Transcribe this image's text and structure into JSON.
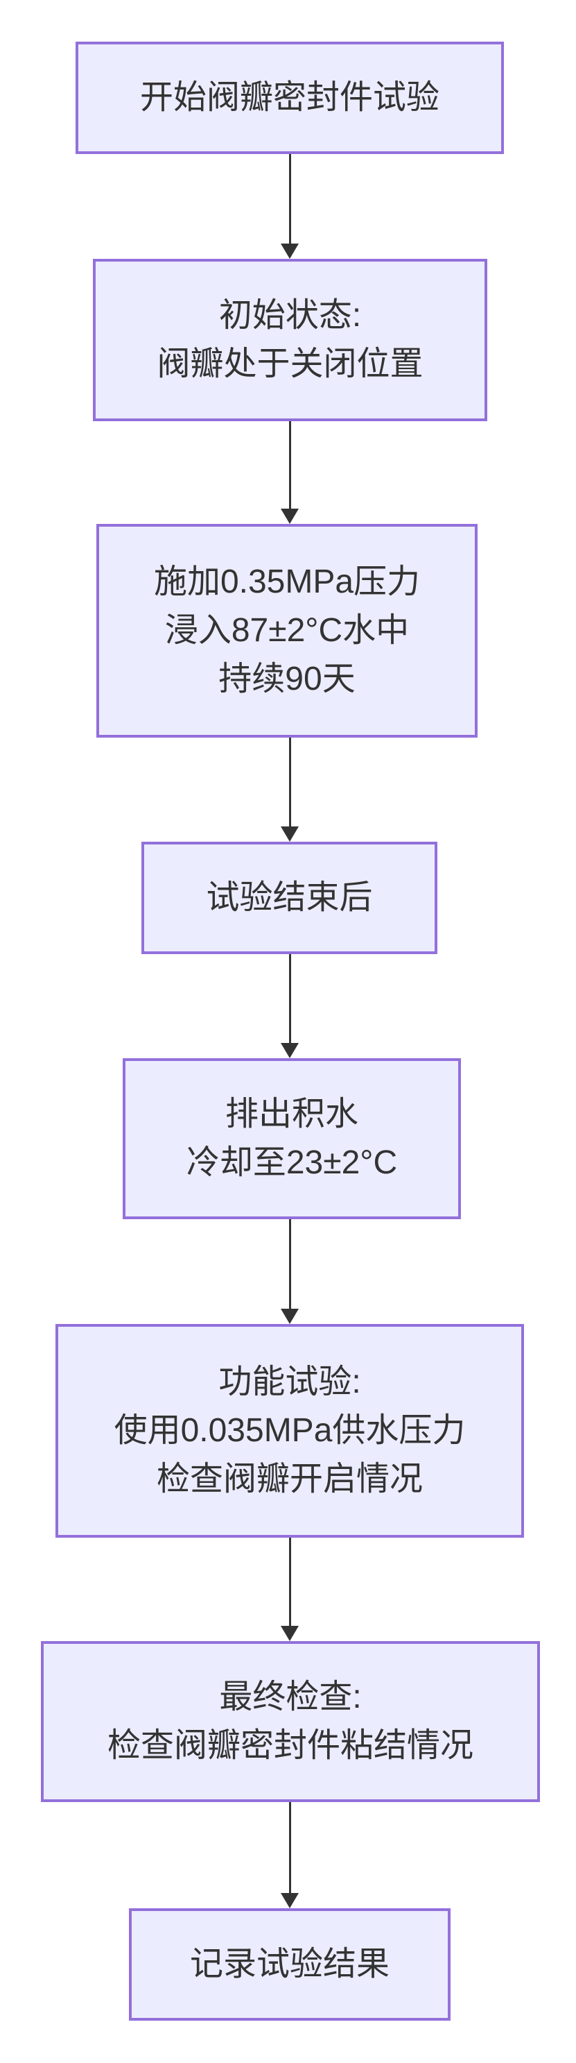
{
  "flowchart": {
    "type": "vertical-flowchart",
    "colors": {
      "background": "#FFFFFF",
      "node_fill": "#ECECFF",
      "node_border": "#9370DB",
      "arrow": "#333333",
      "text": "#333333"
    },
    "nodes": [
      {
        "id": "start-test",
        "lines": [
          "开始阀瓣密封件试验"
        ]
      },
      {
        "id": "initial-state",
        "lines": [
          "初始状态:",
          "阀瓣处于关闭位置"
        ]
      },
      {
        "id": "apply-pressure-immersion",
        "lines": [
          "施加0.35MPa压力",
          "浸入87±2°C水中",
          "持续90天"
        ]
      },
      {
        "id": "after-test-end",
        "lines": [
          "试验结束后"
        ]
      },
      {
        "id": "drain-and-cool",
        "lines": [
          "排出积水",
          "冷却至23±2°C"
        ]
      },
      {
        "id": "function-test",
        "lines": [
          "功能试验:",
          "使用0.035MPa供水压力",
          "检查阀瓣开启情况"
        ]
      },
      {
        "id": "final-inspection",
        "lines": [
          "最终检查:",
          "检查阀瓣密封件粘结情况"
        ]
      },
      {
        "id": "record-results",
        "lines": [
          "记录试验结果"
        ]
      }
    ],
    "edges": [
      {
        "from": "start-test",
        "to": "initial-state"
      },
      {
        "from": "initial-state",
        "to": "apply-pressure-immersion"
      },
      {
        "from": "apply-pressure-immersion",
        "to": "after-test-end"
      },
      {
        "from": "after-test-end",
        "to": "drain-and-cool"
      },
      {
        "from": "drain-and-cool",
        "to": "function-test"
      },
      {
        "from": "function-test",
        "to": "final-inspection"
      },
      {
        "from": "final-inspection",
        "to": "record-results"
      }
    ]
  }
}
